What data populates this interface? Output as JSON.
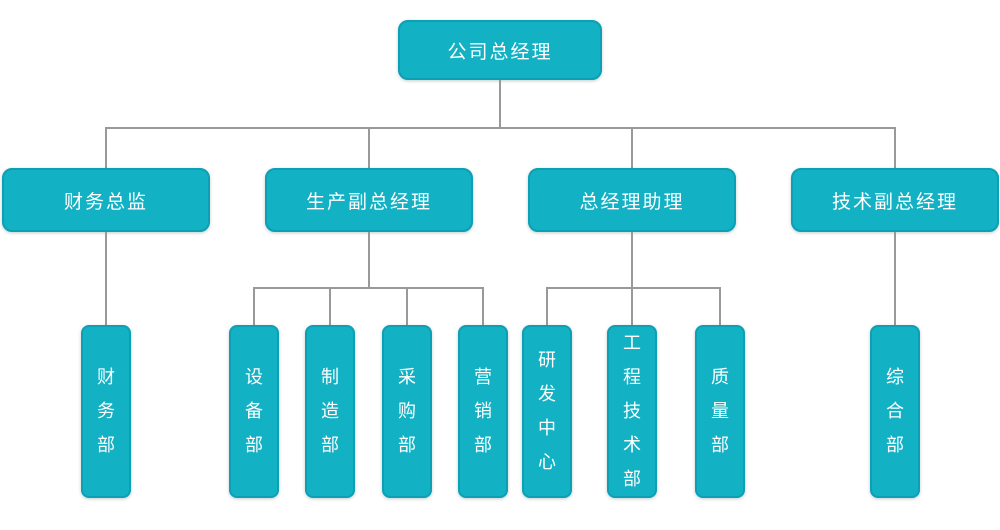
{
  "colors": {
    "node_fill": "#12b1c4",
    "node_border": "#0d9fb3",
    "node_text": "#ffffff",
    "line": "#999999",
    "background": "#ffffff"
  },
  "org": {
    "root": {
      "label": "公司总经理"
    },
    "branches": [
      {
        "label": "财务总监",
        "children": [
          {
            "label": "财务部"
          }
        ]
      },
      {
        "label": "生产副总经理",
        "children": [
          {
            "label": "设备部"
          },
          {
            "label": "制造部"
          },
          {
            "label": "采购部"
          },
          {
            "label": "营销部"
          }
        ]
      },
      {
        "label": "总经理助理",
        "children": [
          {
            "label": "研发中心"
          },
          {
            "label": "工程技术部"
          },
          {
            "label": "质量部"
          }
        ]
      },
      {
        "label": "技术副总经理",
        "children": [
          {
            "label": "综合部"
          }
        ]
      }
    ]
  }
}
